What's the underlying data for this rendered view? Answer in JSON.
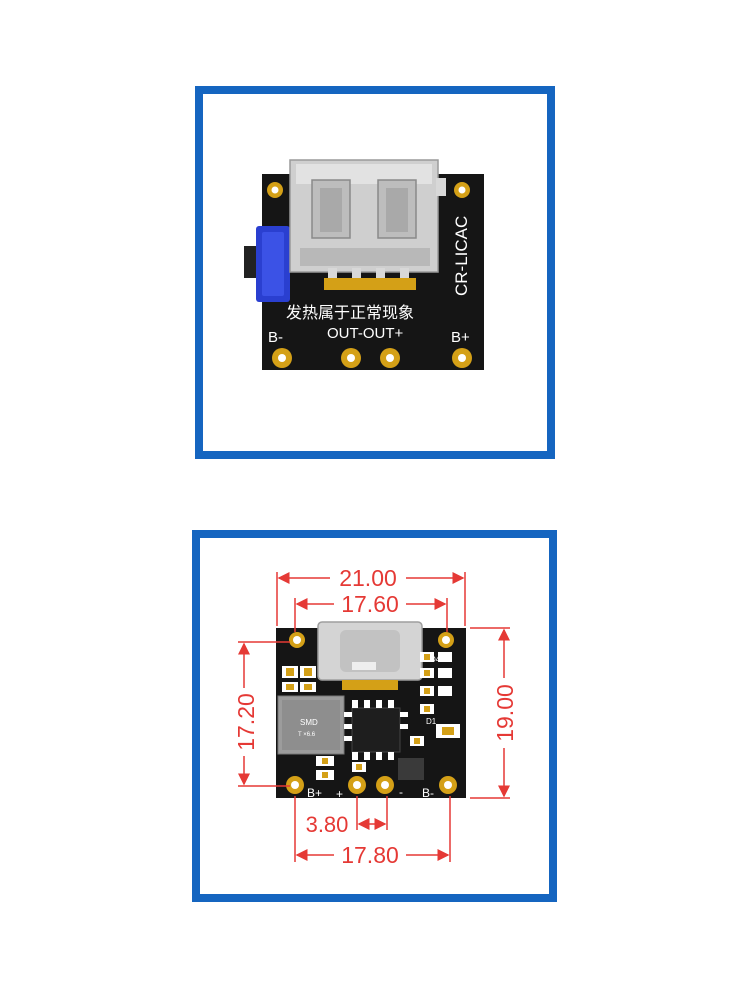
{
  "colors": {
    "frame": "#1565c0",
    "pcb": "#151515",
    "pad": "#d4a017",
    "dimension": "#e53935",
    "switch": "#2a3fd0"
  },
  "top_board": {
    "vertical_label": "CR-LICAC",
    "chinese_note": "发热属于正常现象",
    "pin_left": "B-",
    "pin_out": "OUT-OUT+",
    "pin_right": "B+"
  },
  "bottom_board": {
    "component_smd": "SMD",
    "component_smd_sub": "T   ×6.6",
    "label_d4": "D4",
    "label_d1": "D1",
    "pin_bplus": "B+",
    "pin_plus": "+",
    "pin_minus": "-",
    "pin_bminus": "B-"
  },
  "dimensions": {
    "width_total": "21.00",
    "width_connector": "17.60",
    "height_left": "17.20",
    "height_right": "19.00",
    "pad_pitch": "3.80",
    "pad_span": "17.80"
  }
}
